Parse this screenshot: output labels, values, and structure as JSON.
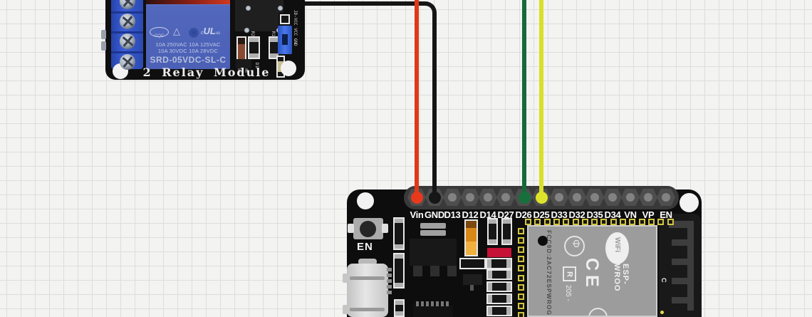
{
  "relay_module": {
    "title": "2 Relay Module",
    "cert_cqc": "CQC",
    "cert_triangle": "△",
    "cert_ul_c": "c",
    "cert_ul": "UL",
    "cert_ul_us": "us",
    "rating_line1": "10A 250VAC 10A 125VAC",
    "rating_line2": "10A  30VDC 10A  28VDC",
    "model": "SRD-05VDC-SL-C",
    "jumper_label": "JD-VCC VCC GND",
    "label_r2": "R2",
    "label_r1": "R1",
    "label_d1": "D1"
  },
  "esp32": {
    "pins": [
      "Vin",
      "GND",
      "D13",
      "D12",
      "D14",
      "D27",
      "D26",
      "D25",
      "D33",
      "D32",
      "D35",
      "D34",
      "VN",
      "VP",
      "EN"
    ],
    "en_button_label": "EN",
    "shield_fcc": "FCC9D:2AC72ESPWROG",
    "shield_r": "R",
    "shield_num": "205 -",
    "shield_ce": "CE",
    "shield_wifi": "WiFi",
    "shield_module": "ESP- WROO",
    "antenna_label": "C"
  },
  "wires": {
    "vcc": {
      "color": "#e03818",
      "to": "Vin"
    },
    "gnd": {
      "color": "#161616",
      "to": "GND"
    },
    "relay_in1": {
      "color": "#166939",
      "to": "D26"
    },
    "relay_in2": {
      "color": "#d8e02a",
      "to": "D25"
    }
  }
}
